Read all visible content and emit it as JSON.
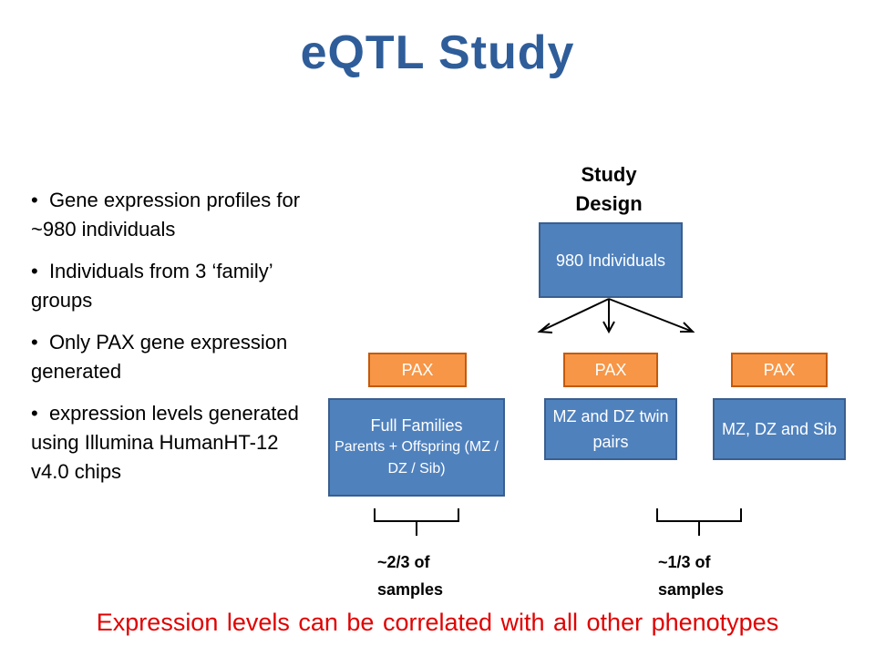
{
  "title": "eQTL Study",
  "bullets": [
    "Gene expression profiles for ~980 individuals",
    "Individuals from 3 ‘family’ groups",
    "Only PAX gene expression generated",
    "expression levels generated using Illumina HumanHT-12 v4.0 chips"
  ],
  "diagram": {
    "heading": "Study Design",
    "root": "980 Individuals",
    "pax_label": "PAX",
    "groups": [
      {
        "title": "Full Families",
        "detail": "Parents + Offspring (MZ / DZ / Sib)"
      },
      {
        "title": "MZ and DZ twin pairs"
      },
      {
        "title": "MZ, DZ and Sib"
      }
    ],
    "brace_captions": [
      "~2/3 of samples",
      "~1/3 of samples"
    ]
  },
  "footer": "Expression levels can be correlated with all other phenotypes",
  "colors": {
    "title": "#2e5d9a",
    "box_blue": "#4f81bd",
    "box_orange": "#f79646",
    "footer": "#e00000"
  }
}
